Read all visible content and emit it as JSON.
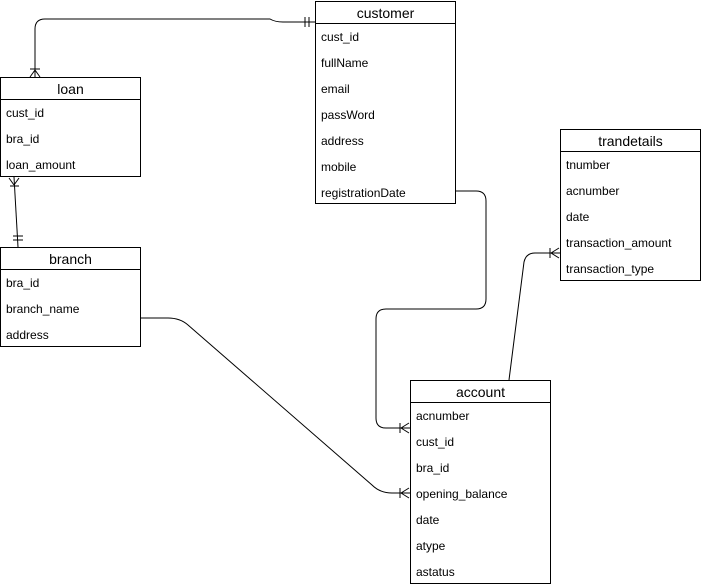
{
  "entities": {
    "customer": {
      "name": "customer",
      "fields": [
        "cust_id",
        "fullName",
        "email",
        "passWord",
        "address",
        "mobile",
        "registrationDate"
      ]
    },
    "loan": {
      "name": "loan",
      "fields": [
        "cust_id",
        "bra_id",
        "loan_amount"
      ]
    },
    "branch": {
      "name": "branch",
      "fields": [
        "bra_id",
        "branch_name",
        "address"
      ]
    },
    "trandetails": {
      "name": "trandetails",
      "fields": [
        "tnumber",
        "acnumber",
        "date",
        "transaction_amount",
        "transaction_type"
      ]
    },
    "account": {
      "name": "account",
      "fields": [
        "acnumber",
        "cust_id",
        "bra_id",
        "opening_balance",
        "date",
        "atype",
        "astatus"
      ]
    }
  },
  "relationships": [
    {
      "from": "customer",
      "to": "loan",
      "from_cardinality": "one",
      "to_cardinality": "one-or-many"
    },
    {
      "from": "branch",
      "to": "loan",
      "from_cardinality": "one",
      "to_cardinality": "one-or-many"
    },
    {
      "from": "customer",
      "to": "account",
      "from_cardinality": "none",
      "to_cardinality": "one-or-many"
    },
    {
      "from": "branch",
      "to": "account",
      "from_cardinality": "none",
      "to_cardinality": "one-or-many"
    },
    {
      "from": "account",
      "to": "trandetails",
      "from_cardinality": "none",
      "to_cardinality": "one-or-many"
    }
  ]
}
